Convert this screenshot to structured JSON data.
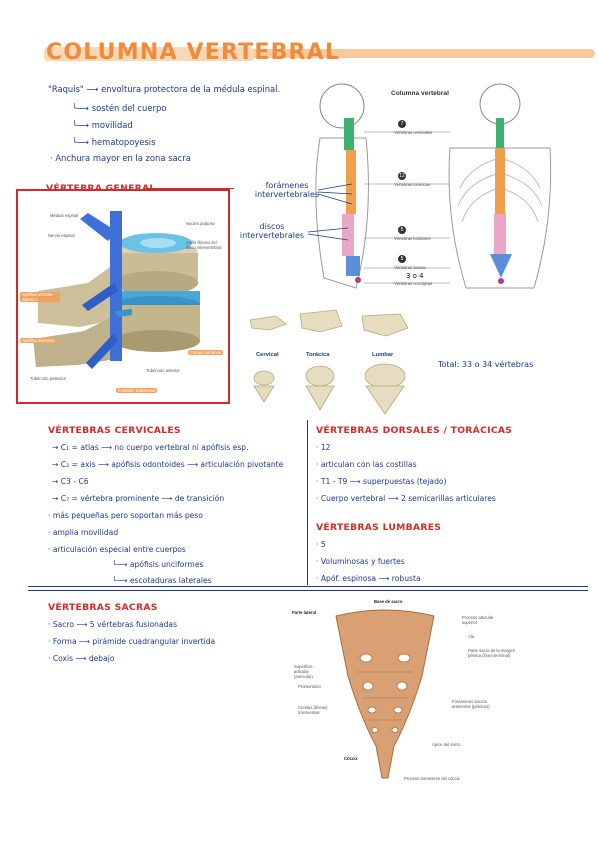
{
  "title": "COLUMNA VERTEBRAL",
  "intro": {
    "raquis_quote": "\"Raquis\"",
    "raquis_def": "envoltura protectora de la médula espinal.",
    "items": [
      "sostén del cuerpo",
      "movilidad",
      "hematopoyesis"
    ],
    "note": "· Anchura mayor en la zona sacra"
  },
  "vertebra_general": {
    "heading": "VÉRTEBRA GENERAL",
    "labels": {
      "medula": "Médula espinal",
      "nervio": "Nervio espinal",
      "nucleo": "Núcleo pulposo",
      "anillo": "Anillo fibroso del disco intervertebral",
      "articulacion": "Apófisis articular superior",
      "ligamentos": "Apófisis espinosa",
      "cuerpo": "Cuerpo vertebral",
      "tuberculo": "Tubérculo anterior",
      "tuberculo_post": "Tubérculo posterior",
      "foramen": "Foramen transverso"
    }
  },
  "spine_figure": {
    "title": "Columna vertebral",
    "foramenes": "forámenes intervertebrales",
    "discos": "discos intervertebrales",
    "counts": [
      "7",
      "12",
      "5",
      "5"
    ],
    "section_labels": [
      "Vértebras cervicales",
      "Vértebras torácicas",
      "Vértebras lumbares",
      "Vértebras sacras",
      "Vértebras coccígeas"
    ],
    "sacro_note": "3 o 4",
    "vertebra_types": [
      "Cervical",
      "Torácica",
      "Lumbar"
    ],
    "total": "Total: 33 o 34 vértebras"
  },
  "cervicales": {
    "heading": "VÉRTEBRAS CERVICALES",
    "lines": [
      "→ C₁ = atlas ⟶ no cuerpo vertebral ni apófisis esp.",
      "→ C₂ = axis ⟶ apófisis odontoides ⟶ articulación pivotante",
      "→ C3 - C6",
      "→ C₇ = vértebra prominente ⟶ de transición",
      "· más pequeñas pero soportan más peso",
      "· amplia movilidad",
      "· articulación especial entre cuerpos"
    ],
    "sub": [
      "apófisis unciformes",
      "escotaduras laterales"
    ]
  },
  "dorsales": {
    "heading": "VÉRTEBRAS DORSALES / TORÁCICAS",
    "lines": [
      "· 12",
      "· articulan con las costillas",
      "· T1 - T9 ⟶ superpuestas (tejado)",
      "· Cuerpo vertebral ⟶ 2 semicarillas articulares"
    ]
  },
  "lumbares": {
    "heading": "VÉRTEBRAS LUMBARES",
    "lines": [
      "· 5",
      "· Voluminosas y fuertes",
      "· Apóf. espinosa ⟶ robusta"
    ]
  },
  "sacras": {
    "heading": "VÉRTEBRAS SACRAS",
    "lines": [
      "· Sacro ⟶ 5 vértebras fusionadas",
      "· Forma ⟶ pirámide cuadrangular invertida",
      "· Coxis ⟶ debajo"
    ]
  },
  "sacrum_figure": {
    "base": "Base de sacro",
    "parte_lateral": "Parte lateral",
    "proceso": "Proceso articular superior",
    "ala": "Ala",
    "parte_sacra": "Parte sacra de la margen pélvica (línea terminal)",
    "superficie": "Superficie articular (auricular)",
    "promontorio": "Promontorio",
    "forameenes": "Forámenes sacros anteriores (pélvicos)",
    "crestas": "Crestas (líneas) transversas",
    "apice": "Ápice del sacro",
    "coxis": "Cóccix",
    "proceso_transverso": "Proceso transverso del cóccix"
  },
  "colors": {
    "title_orange": "#f2a25e",
    "heading_red": "#d42a2a",
    "ink_blue": "#1e3a8a",
    "cervical_green": "#3cb371",
    "thoracic_orange": "#f0a04b",
    "lumbar_pink": "#e9a6c6",
    "sacral_blue": "#5b8fd9"
  }
}
